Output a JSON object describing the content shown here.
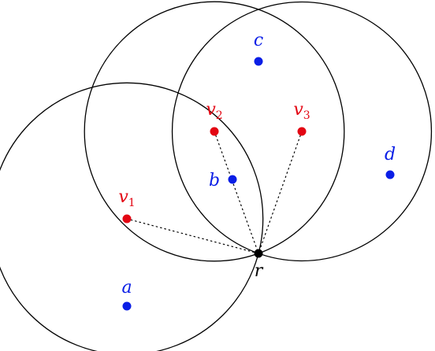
{
  "colors": {
    "background": "#ffffff",
    "circle_stroke": "#000000",
    "red": "#e30613",
    "blue": "#0a1ee6",
    "black": "#000000"
  },
  "circles": [
    {
      "name": "circle-v1",
      "center": "v1"
    },
    {
      "name": "circle-v2",
      "center": "v2"
    },
    {
      "name": "circle-v3",
      "center": "v3"
    }
  ],
  "points": {
    "a": {
      "label": "a",
      "sub": "",
      "color": "blue"
    },
    "b": {
      "label": "b",
      "sub": "",
      "color": "blue"
    },
    "c": {
      "label": "c",
      "sub": "",
      "color": "blue"
    },
    "d": {
      "label": "d",
      "sub": "",
      "color": "blue"
    },
    "v1": {
      "label": "v",
      "sub": "1",
      "color": "red"
    },
    "v2": {
      "label": "v",
      "sub": "2",
      "color": "red"
    },
    "v3": {
      "label": "v",
      "sub": "3",
      "color": "red"
    },
    "r": {
      "label": "r",
      "sub": "",
      "color": "black"
    }
  },
  "dotted_segments": [
    {
      "from": "v1",
      "to": "r"
    },
    {
      "from": "v2",
      "to": "r"
    },
    {
      "from": "v3",
      "to": "r"
    }
  ]
}
